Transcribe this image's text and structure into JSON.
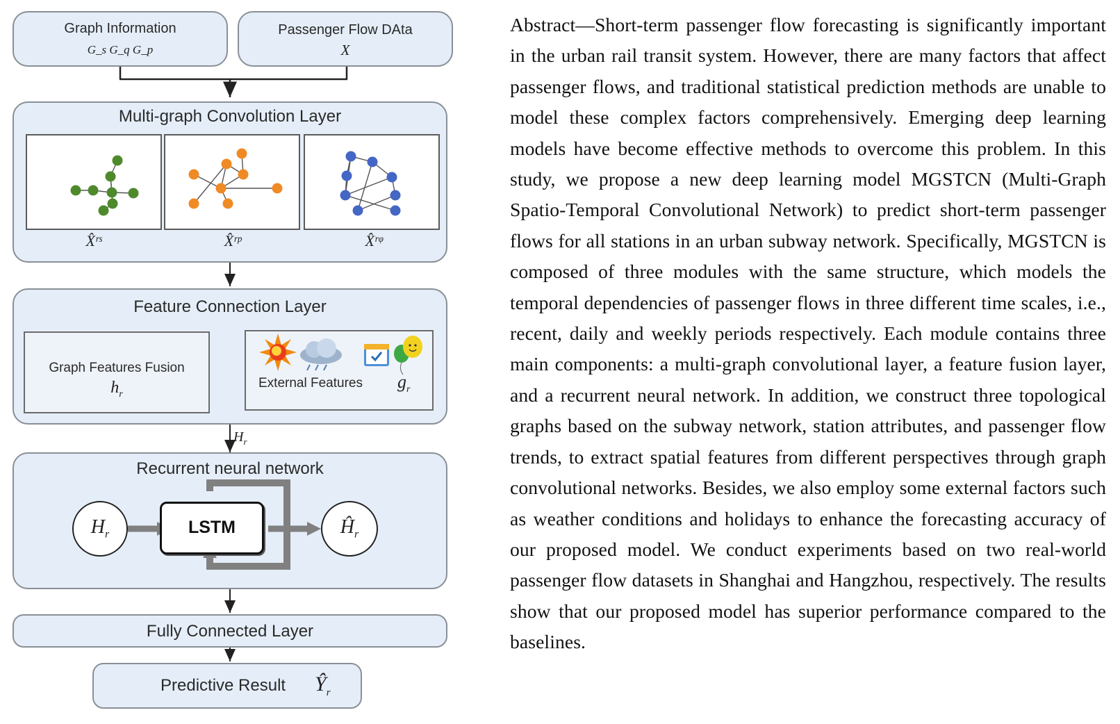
{
  "diagram": {
    "graph_info": {
      "title": "Graph Information",
      "graphs": "G_s  G_q  G_p"
    },
    "passenger_flow": {
      "title": "Passenger Flow DAta",
      "symbol": "X"
    },
    "multigraph": {
      "title": "Multi-graph Convolution  Layer",
      "panel_labels": [
        "X̂ʳˢ",
        "X̂ʳᵖ",
        "X̂ʳᵠ"
      ],
      "panel_colors": [
        "#4e8a2c",
        "#f08a24",
        "#4466c4"
      ]
    },
    "feature_connection": {
      "title": "Feature Connection Layer",
      "fusion_title": "Graph Features Fusion",
      "fusion_symbol": "h",
      "external_title": "External Features",
      "external_symbol": "g",
      "icons": [
        "sun-icon",
        "cloud-icon",
        "calendar-icon",
        "balloon-icon"
      ]
    },
    "edge_label": "H",
    "rnn": {
      "title": "Recurrent neural network",
      "input": "H",
      "cell": "LSTM",
      "output": "Ĥ"
    },
    "fully_connected": {
      "title": "Fully Connected Layer"
    },
    "result": {
      "title": "Predictive Result",
      "symbol": "Ŷ"
    },
    "subscript": "r"
  },
  "abstract_text": "Abstract—Short-term passenger flow forecasting is significantly important in the urban rail transit system. However, there are many factors that affect passenger flows, and traditional statistical prediction methods are unable to model these complex factors comprehensively. Emerging deep learning models have become effective methods to overcome this problem. In this study, we propose a new deep learning model MGSTCN (Multi-Graph Spatio-Temporal Convolutional Network) to predict short-term passenger flows for all stations in an urban subway network. Specifically, MGSTCN is composed of three modules with the same structure, which models the temporal dependencies of passenger flows in three different time scales, i.e., recent, daily and weekly periods respectively. Each module contains three main components: a multi-graph convolutional layer, a feature fusion layer, and a recurrent neural network. In addition, we construct three topological graphs based on the subway network, station attributes, and passenger flow trends, to extract spatial features from different perspectives through graph convolutional networks. Besides, we also employ some external factors such as weather conditions and holidays to enhance the forecasting accuracy of our proposed model. We conduct experiments based on two real-world passenger flow datasets in Shanghai and Hangzhou, respectively. The results show that our proposed model has superior performance compared to the baselines."
}
